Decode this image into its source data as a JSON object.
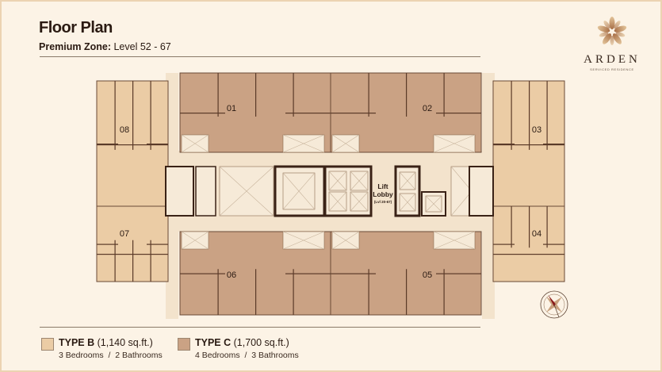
{
  "header": {
    "title": "Floor Plan",
    "subtitle_label": "Premium Zone:",
    "subtitle_value": "Level 52 - 67"
  },
  "logo": {
    "name": "ARDEN",
    "tagline": "SERVICED RESIDENCE"
  },
  "plan": {
    "units": [
      {
        "id": "01",
        "type": "C"
      },
      {
        "id": "02",
        "type": "C"
      },
      {
        "id": "03",
        "type": "B"
      },
      {
        "id": "04",
        "type": "B"
      },
      {
        "id": "05",
        "type": "C"
      },
      {
        "id": "06",
        "type": "C"
      },
      {
        "id": "07",
        "type": "B"
      },
      {
        "id": "08",
        "type": "B"
      }
    ],
    "lift_lobby": {
      "line1": "Lift",
      "line2": "Lobby",
      "line3": "(Lvl 20-67)"
    }
  },
  "legend": [
    {
      "type": "TYPE B",
      "area": "(1,140 sq.ft.)",
      "bedrooms": "3 Bedrooms",
      "sep": "/",
      "bathrooms": "2 Bathrooms",
      "color": "#ebcca5"
    },
    {
      "type": "TYPE C",
      "area": "(1,700 sq.ft.)",
      "bedrooms": "4 Bedrooms",
      "sep": "/",
      "bathrooms": "3 Bathrooms",
      "color": "#caa284"
    }
  ],
  "colors": {
    "typeB": "#ebcca5",
    "typeC": "#caa284",
    "corridor": "#f3e3cc",
    "wall": "#3a2216"
  }
}
